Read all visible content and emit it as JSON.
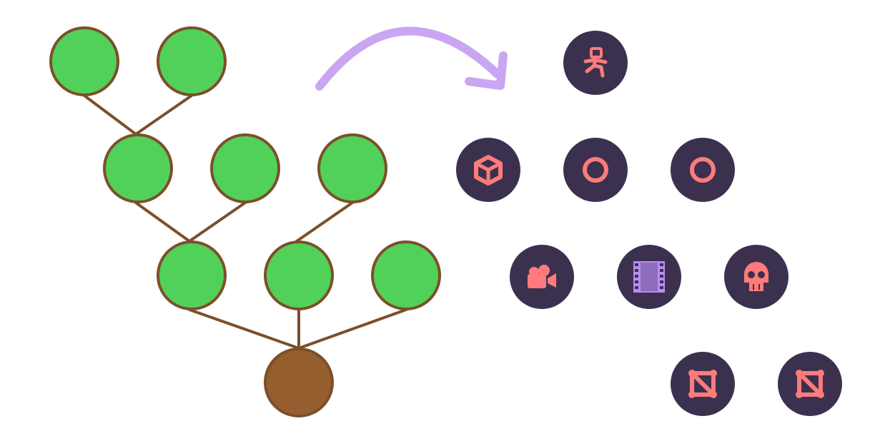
{
  "diagram": {
    "colors": {
      "leaf_fill": "#52d15a",
      "node_stroke": "#7c4f2a",
      "root_fill": "#955e2f",
      "edge": "#7c4f2a",
      "arrow": "#c9a6f2",
      "icon_bg": "#3b314f",
      "icon_fg": "#ff7b7b",
      "icon_fg_alt": "#b98cf2"
    },
    "tree": {
      "rows": [
        {
          "node_count": 2,
          "kind": "leaf"
        },
        {
          "node_count": 3,
          "kind": "leaf"
        },
        {
          "node_count": 3,
          "kind": "leaf"
        },
        {
          "node_count": 1,
          "kind": "root"
        }
      ]
    },
    "transform_arrow": {
      "direction": "left-to-right"
    },
    "icon_tree": {
      "rows": [
        {
          "icons": [
            "running-person-icon"
          ]
        },
        {
          "icons": [
            "cube-icon",
            "circle-icon",
            "circle-icon"
          ]
        },
        {
          "icons": [
            "movie-camera-icon",
            "film-strip-icon",
            "skull-icon"
          ]
        },
        {
          "icons": [
            "crossed-square-icon",
            "crossed-square-icon"
          ]
        }
      ]
    }
  }
}
